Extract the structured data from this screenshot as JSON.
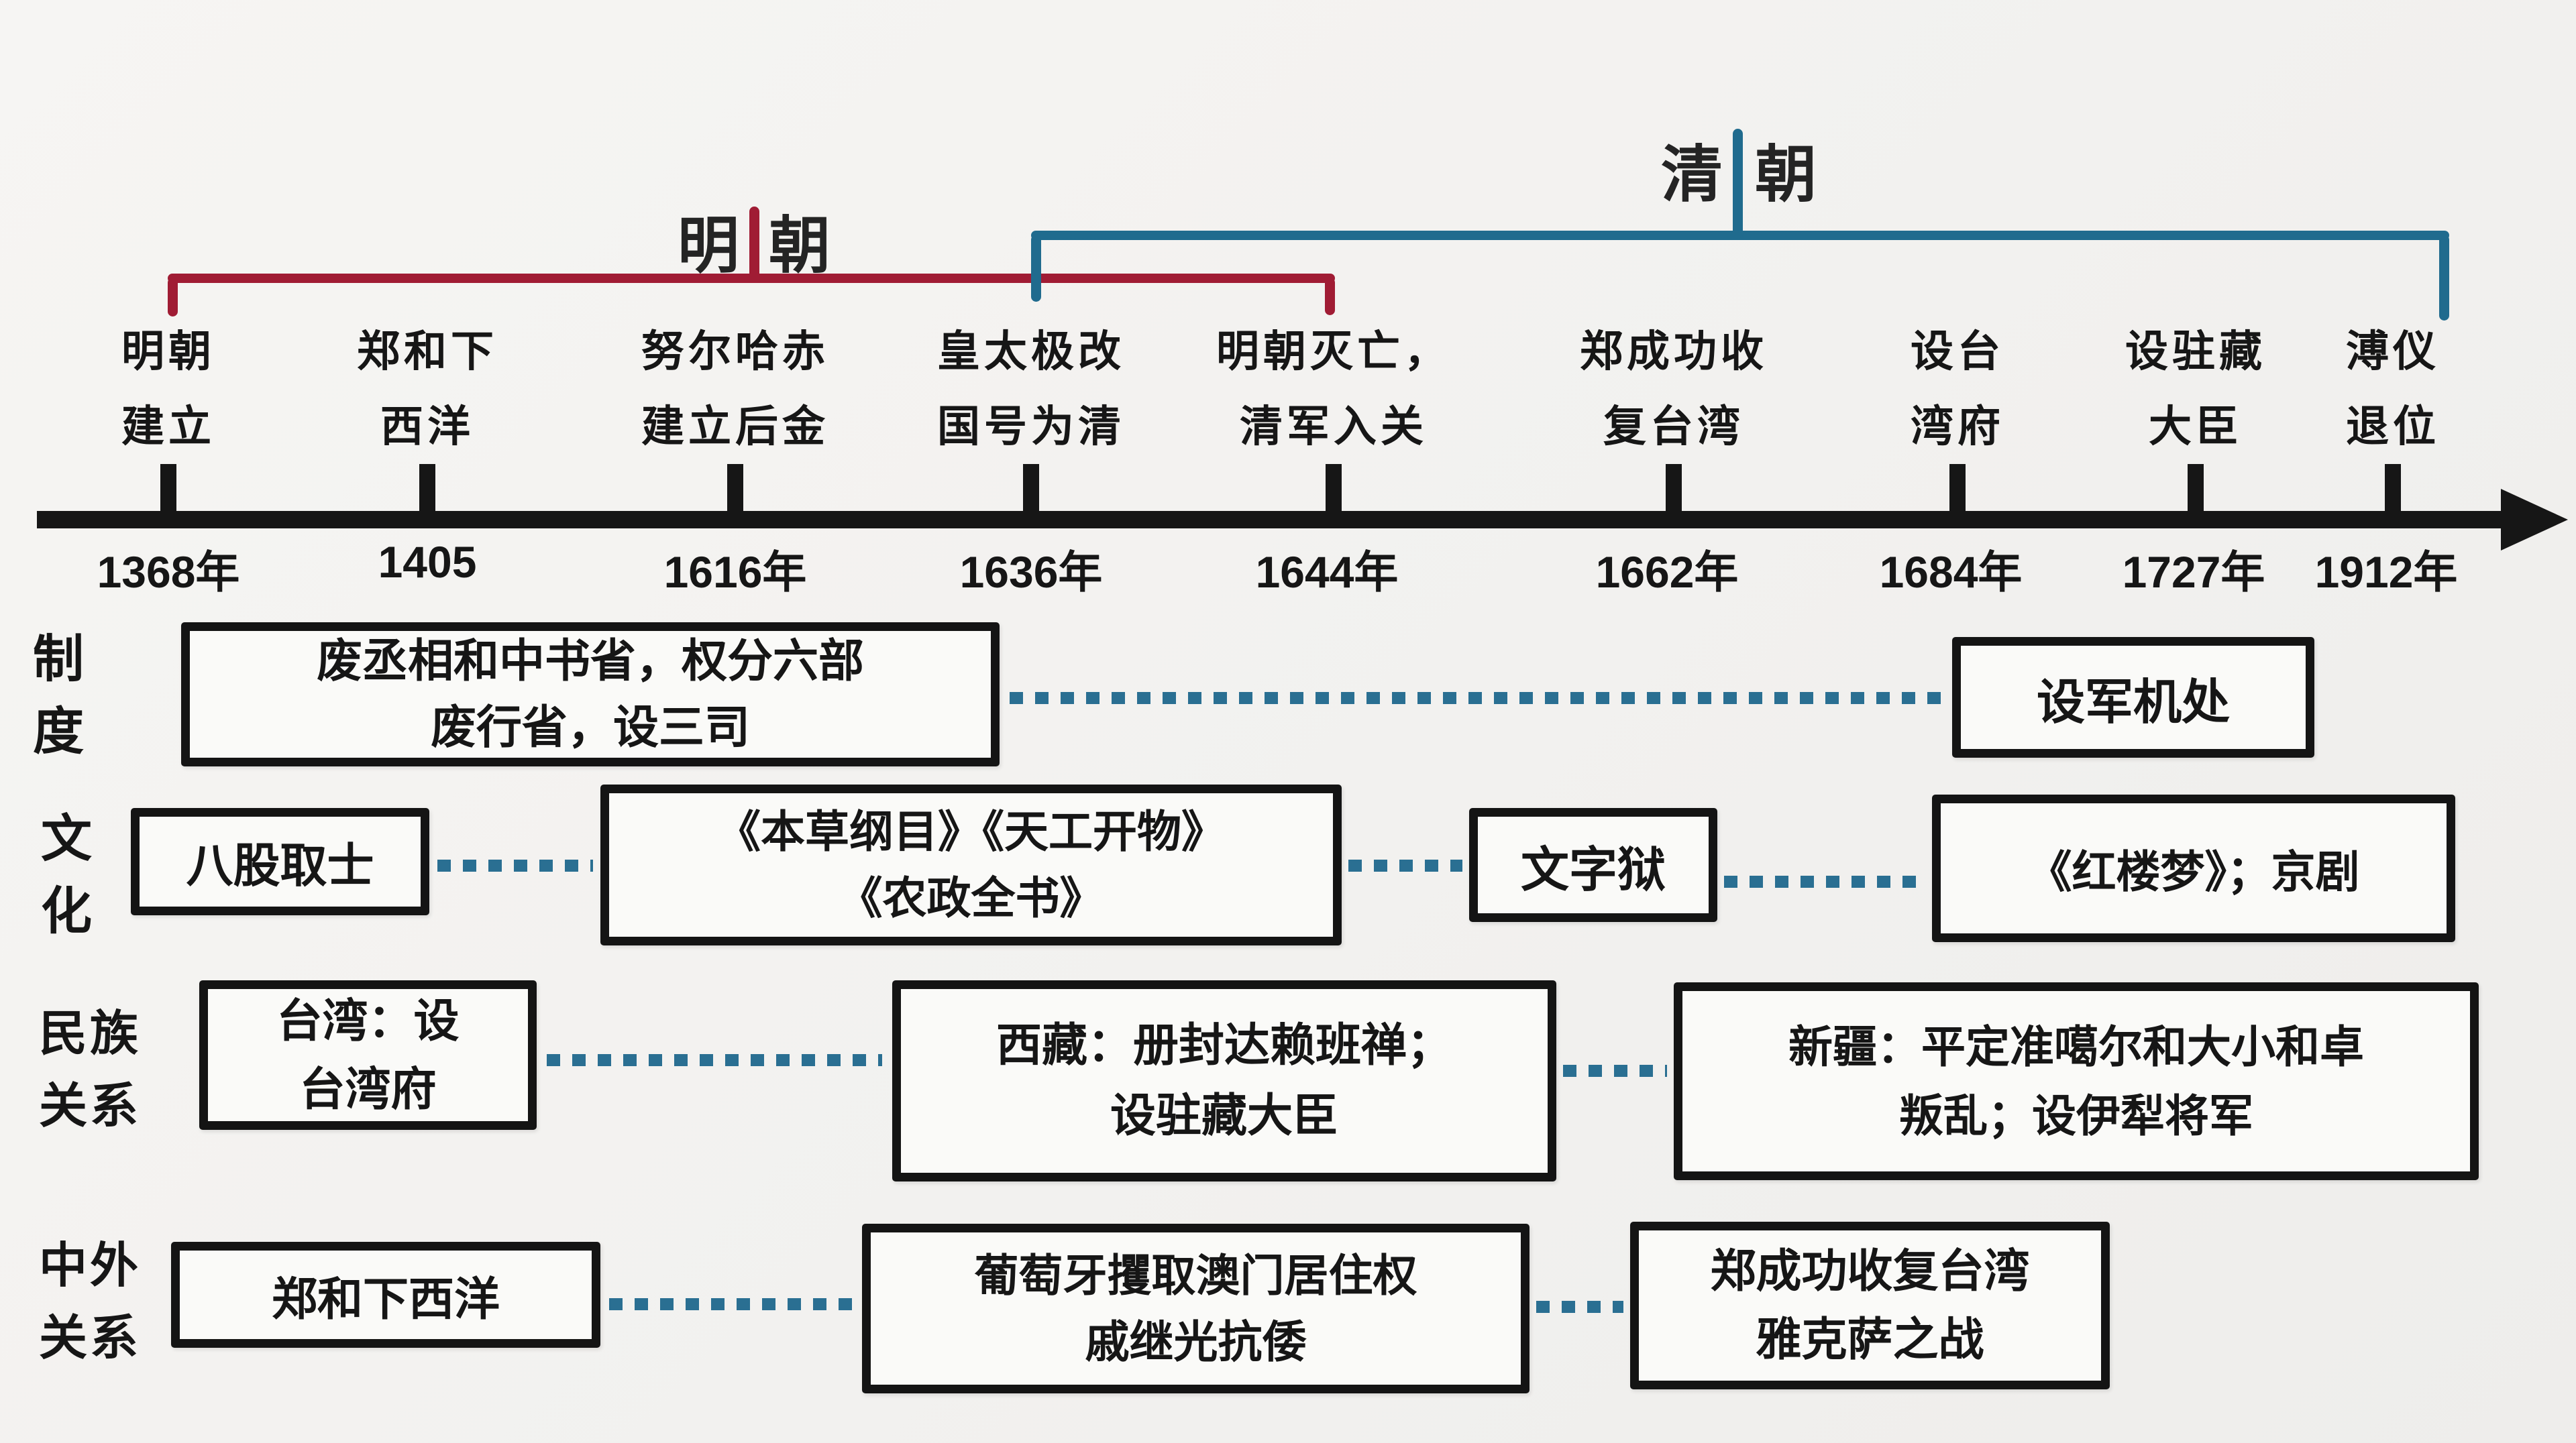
{
  "colors": {
    "red": "#a01c34",
    "blue": "#206b8e",
    "dotted": "#2a6f92",
    "ink": "#161616",
    "bg": "#f3f2f0",
    "box_bg": "#fafaf8",
    "box_border": "#141414"
  },
  "brackets": {
    "ming": {
      "chars": [
        "明",
        "朝"
      ]
    },
    "qing": {
      "chars": [
        "清",
        "朝"
      ]
    }
  },
  "timeline": {
    "events": [
      {
        "line1": "明朝",
        "line2": "建立",
        "year": "1368年"
      },
      {
        "line1": "郑和下",
        "line2": "西洋",
        "year": "1405"
      },
      {
        "line1": "努尔哈赤",
        "line2": "建立后金",
        "year": "1616年"
      },
      {
        "line1": "皇太极改",
        "line2": "国号为清",
        "year": "1636年"
      },
      {
        "line1": "明朝灭亡，",
        "line2": "清军入关",
        "year": "1644年"
      },
      {
        "line1": "郑成功收",
        "line2": "复台湾",
        "year": "1662年"
      },
      {
        "line1": "设台",
        "line2": "湾府",
        "year": "1684年"
      },
      {
        "line1": "设驻藏",
        "line2": "大臣",
        "year": "1727年"
      },
      {
        "line1": "溥仪",
        "line2": "退位",
        "year": "1912年"
      }
    ]
  },
  "rows": [
    {
      "label": [
        "制",
        "度"
      ],
      "boxes": [
        {
          "lines": [
            "废丞相和中书省，权分六部",
            "废行省，设三司"
          ]
        },
        {
          "lines": [
            "设军机处"
          ]
        }
      ]
    },
    {
      "label": [
        "文",
        "化"
      ],
      "boxes": [
        {
          "lines": [
            "八股取士"
          ]
        },
        {
          "lines": [
            "《本草纲目》《天工开物》",
            "《农政全书》"
          ]
        },
        {
          "lines": [
            "文字狱"
          ]
        },
        {
          "lines": [
            "《红楼梦》；京剧"
          ]
        }
      ]
    },
    {
      "label": [
        "民族",
        "关系"
      ],
      "boxes": [
        {
          "lines": [
            "台湾：设",
            "台湾府"
          ]
        },
        {
          "lines": [
            "西藏：册封达赖班禅；",
            "设驻藏大臣"
          ]
        },
        {
          "lines": [
            "新疆：平定准噶尔和大小和卓",
            "叛乱；设伊犁将军"
          ]
        }
      ]
    },
    {
      "label": [
        "中外",
        "关系"
      ],
      "boxes": [
        {
          "lines": [
            "郑和下西洋"
          ]
        },
        {
          "lines": [
            "葡萄牙攫取澳门居住权",
            "戚继光抗倭"
          ]
        },
        {
          "lines": [
            "郑成功收复台湾",
            "雅克萨之战"
          ]
        }
      ]
    }
  ]
}
